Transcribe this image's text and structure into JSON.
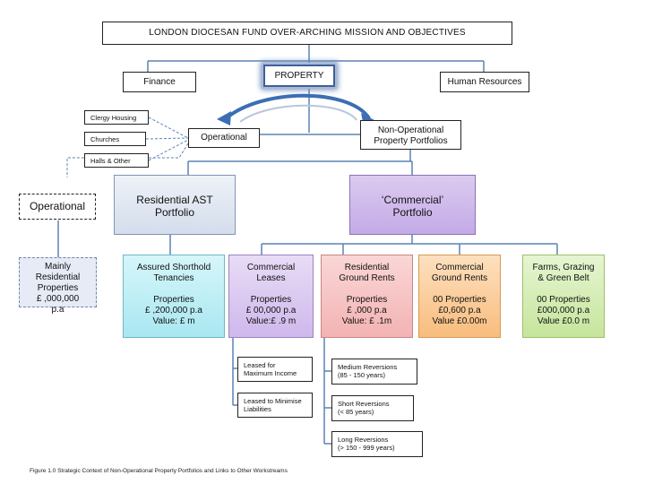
{
  "top_title": "LONDON DIOCESAN FUND OVER-ARCHING MISSION AND OBJECTIVES",
  "workstreams": {
    "finance": "Finance",
    "property": "PROPERTY",
    "human_resources": "Human Resources"
  },
  "operational_branch": {
    "label": "Operational",
    "items": [
      "Clergy Housing",
      "Churches",
      "Halls & Other"
    ]
  },
  "non_operational": {
    "line1": "Non-Operational",
    "line2": "Property Portfolios"
  },
  "side_operational": {
    "label": "Operational",
    "box_line1": "Mainly",
    "box_line2": "Residential",
    "box_line3": "Properties",
    "box_line4": "£ ,000,000",
    "box_line5": "p.a"
  },
  "portfolios": {
    "residential": {
      "line1": "Residential AST",
      "line2": "Portfolio"
    },
    "commercial": {
      "line1": "‘Commercial’",
      "line2": "Portfolio"
    }
  },
  "leaves": [
    {
      "title1": "Assured Shorthold",
      "title2": "Tenancies",
      "p1": "Properties",
      "p2": "£ ,200,000 p.a",
      "p3": "Value: £    m"
    },
    {
      "title1": "Commercial",
      "title2": "Leases",
      "p1": "Properties",
      "p2": "£   00,000 p.a",
      "p3": "Value:£   .9 m"
    },
    {
      "title1": "Residential",
      "title2": "Ground Rents",
      "p1": "Properties",
      "p2": "£  ,000 p.a",
      "p3": "Value: £ .1m"
    },
    {
      "title1": "Commercial",
      "title2": "Ground Rents",
      "p1": "00 Properties",
      "p2": "£0,600 p.a",
      "p3": "Value £0.00m"
    },
    {
      "title1": "Farms, Grazing",
      "title2": "& Green Belt",
      "p1": "00 Properties",
      "p2": "£000,000 p.a",
      "p3": "Value £0.0 m"
    }
  ],
  "lease_types": [
    {
      "line1": "Leased for",
      "line2": "Maximum Income"
    },
    {
      "line1": "Leased to Minimise",
      "line2": "Liabilities"
    }
  ],
  "reversions": [
    {
      "line1": "Medium Reversions",
      "line2": "(85 - 150 years)"
    },
    {
      "line1": "Short Reversions",
      "line2": "(< 85 years)"
    },
    {
      "line1": "Long Reversions",
      "line2": "(> 150 - 999 years)"
    }
  ],
  "caption": "Figure 1.0 Strategic Context of Non-Operational Property Portfolios and Links to Other Workstreams",
  "colors": {
    "line_blue": "#5b83b4",
    "property_border": "#3f5f9a",
    "arrow_blue": "#3d6eb4",
    "residential_header": "#dfe6f1",
    "commercial_header": "#cdb7ea",
    "leaf_cyan": "#bfeff6",
    "leaf_purple": "#d9c6ef",
    "leaf_red": "#f6c4c4",
    "leaf_orange": "#fbcf9e",
    "leaf_green": "#d6edb6",
    "side_box": "#e6ebf5"
  }
}
